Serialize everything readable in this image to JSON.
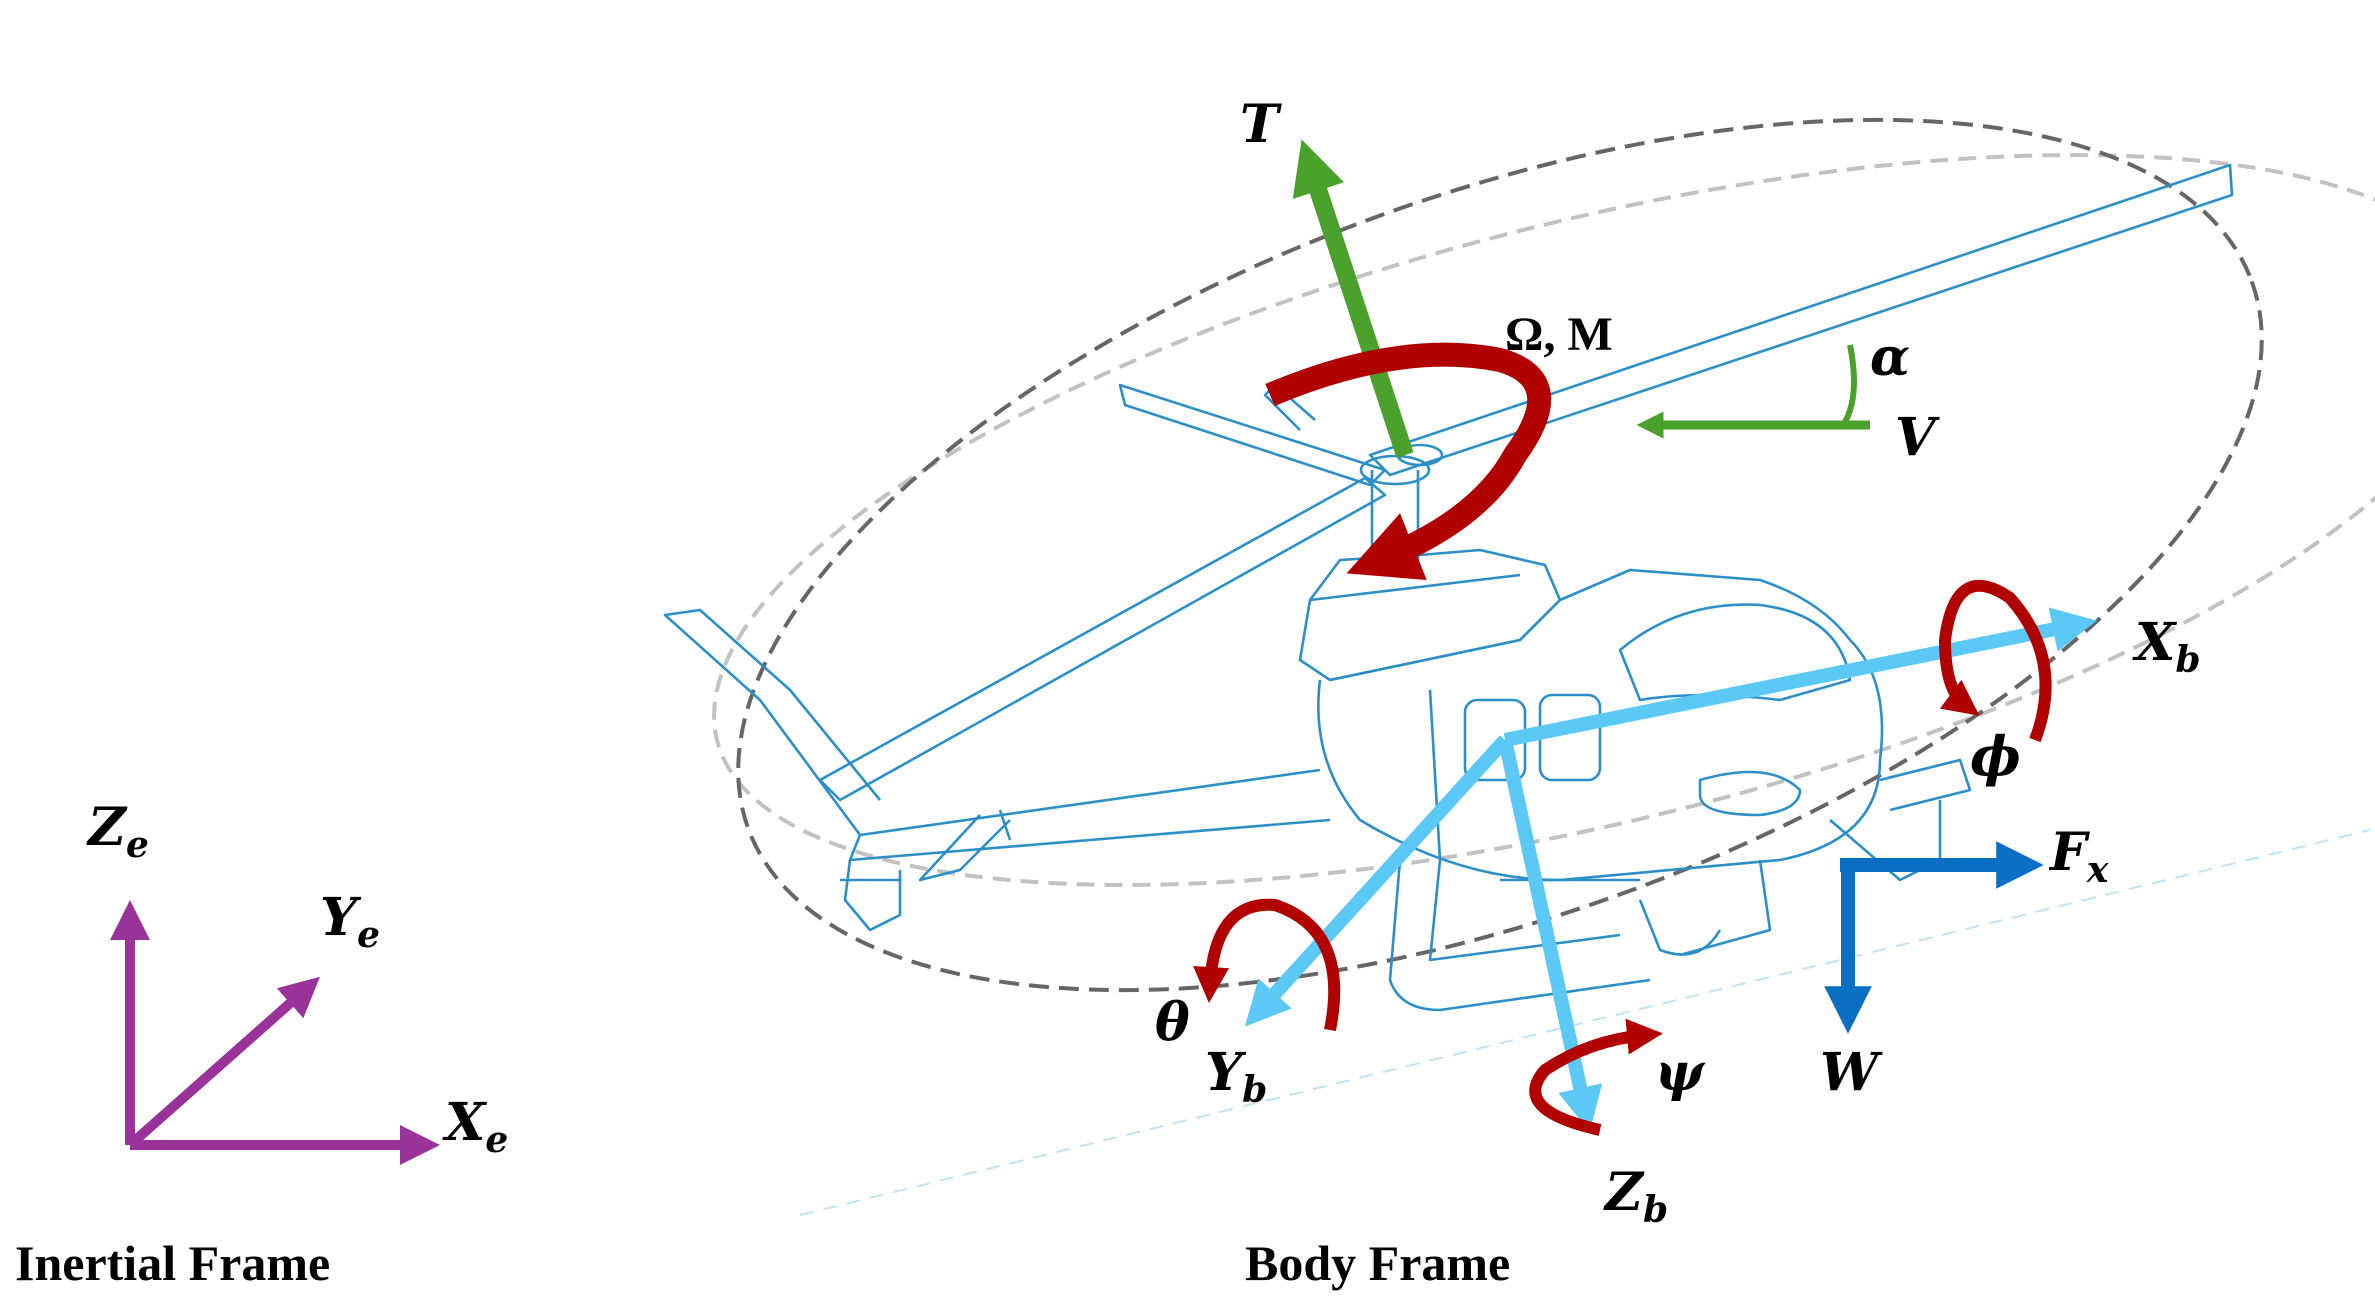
{
  "captions": {
    "inertial": "Inertial Frame",
    "body": "Body Frame"
  },
  "inertial_axes": {
    "x_main": "X",
    "x_sub": "e",
    "y_main": "Y",
    "y_sub": "e",
    "z_main": "Z",
    "z_sub": "e"
  },
  "body_axes": {
    "x_main": "X",
    "x_sub": "b",
    "y_main": "Y",
    "y_sub": "b",
    "z_main": "Z",
    "z_sub": "b"
  },
  "forces": {
    "thrust": "T",
    "rotor": "Ω, M",
    "velocity": "V",
    "aoa": "α",
    "fx_main": "F",
    "fx_sub": "x",
    "weight": "W"
  },
  "angles": {
    "roll": "ϕ",
    "pitch": "θ",
    "yaw": "ψ"
  },
  "colors": {
    "inertial_axis": "#993399",
    "body_axis": "#5bc8f5",
    "thrust_velocity": "#4aa12c",
    "moment": "#b00000",
    "force": "#0a6fc2",
    "outline": "#2c8fc7",
    "rotor_disk_dark": "#666666",
    "rotor_disk_light": "#c2c2c2"
  }
}
